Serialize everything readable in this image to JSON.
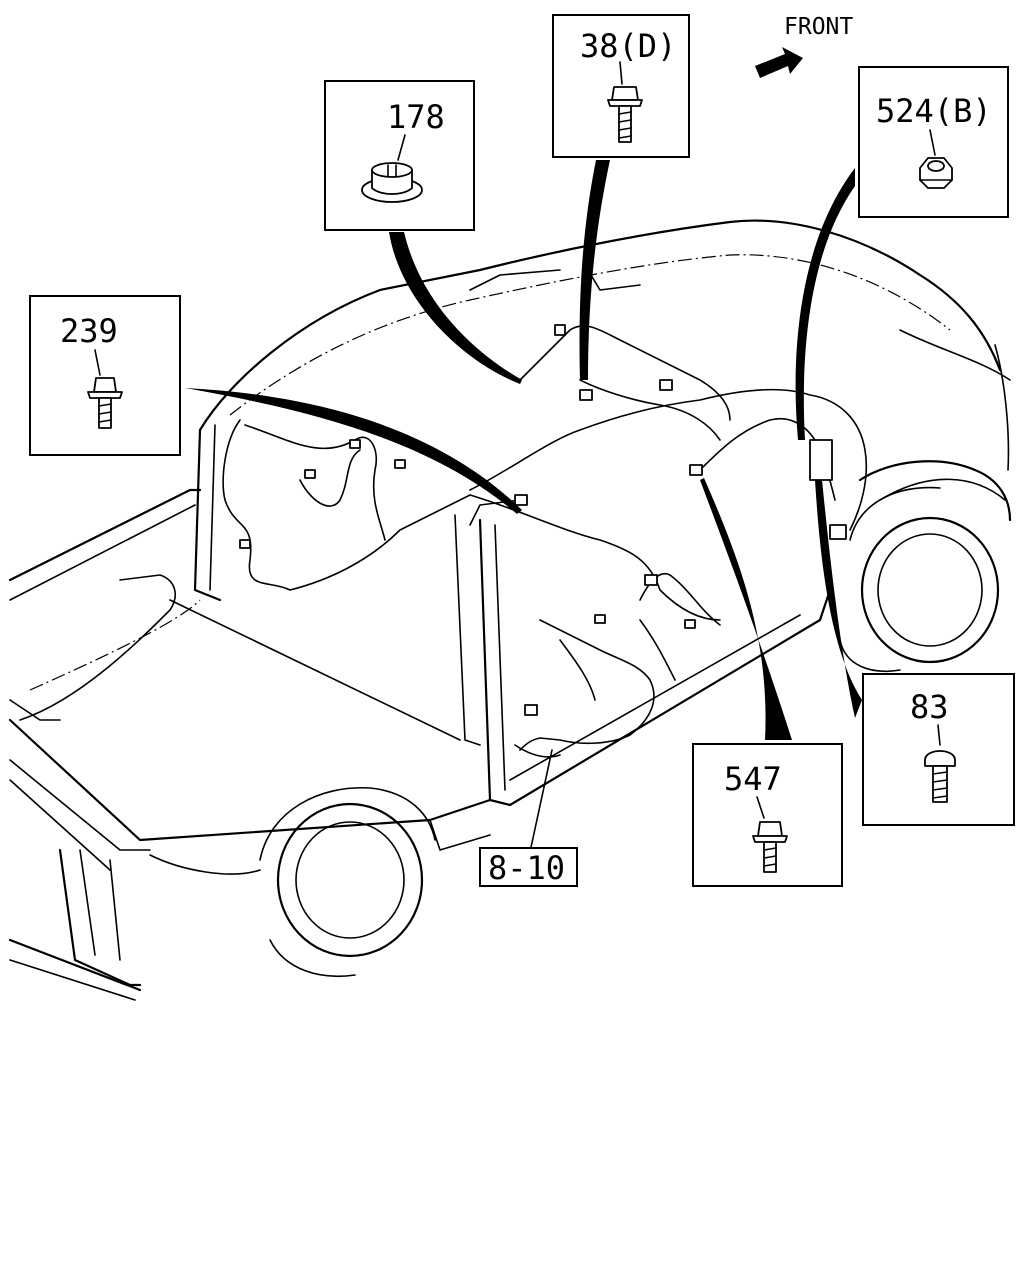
{
  "diagram": {
    "direction_label": "FRONT",
    "callouts": [
      {
        "id": "c178",
        "label": "178",
        "part_icon": "grommet-icon"
      },
      {
        "id": "c38d",
        "label": "38(D)",
        "part_icon": "flange-bolt-icon"
      },
      {
        "id": "c524b",
        "label": "524(B)",
        "part_icon": "hex-nut-icon"
      },
      {
        "id": "c239",
        "label": "239",
        "part_icon": "flange-bolt-icon"
      },
      {
        "id": "c83",
        "label": "83",
        "part_icon": "clip-screw-icon"
      },
      {
        "id": "c547",
        "label": "547",
        "part_icon": "flange-bolt-icon"
      }
    ],
    "reference_label": "8-10"
  }
}
